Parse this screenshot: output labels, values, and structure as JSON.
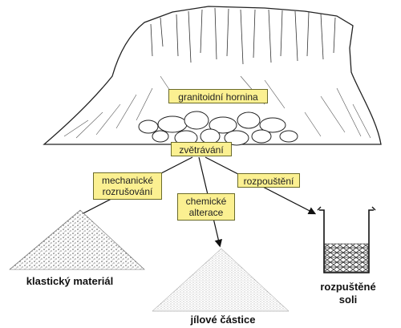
{
  "nodes": {
    "rock": "granitoidní hornina",
    "weathering": "zvětrávání",
    "mechanical": [
      "mechanické",
      "rozrušování"
    ],
    "chemical": [
      "chemické",
      "alterace"
    ],
    "dissolution": "rozpouštění"
  },
  "products": {
    "clastic": "klastický materiál",
    "clay": "jílové částice",
    "dissolved": [
      "rozpuštěné",
      "soli"
    ]
  },
  "colors": {
    "box_fill": "#fbf091",
    "box_border": "#6b6b2a",
    "ink": "#222222"
  }
}
